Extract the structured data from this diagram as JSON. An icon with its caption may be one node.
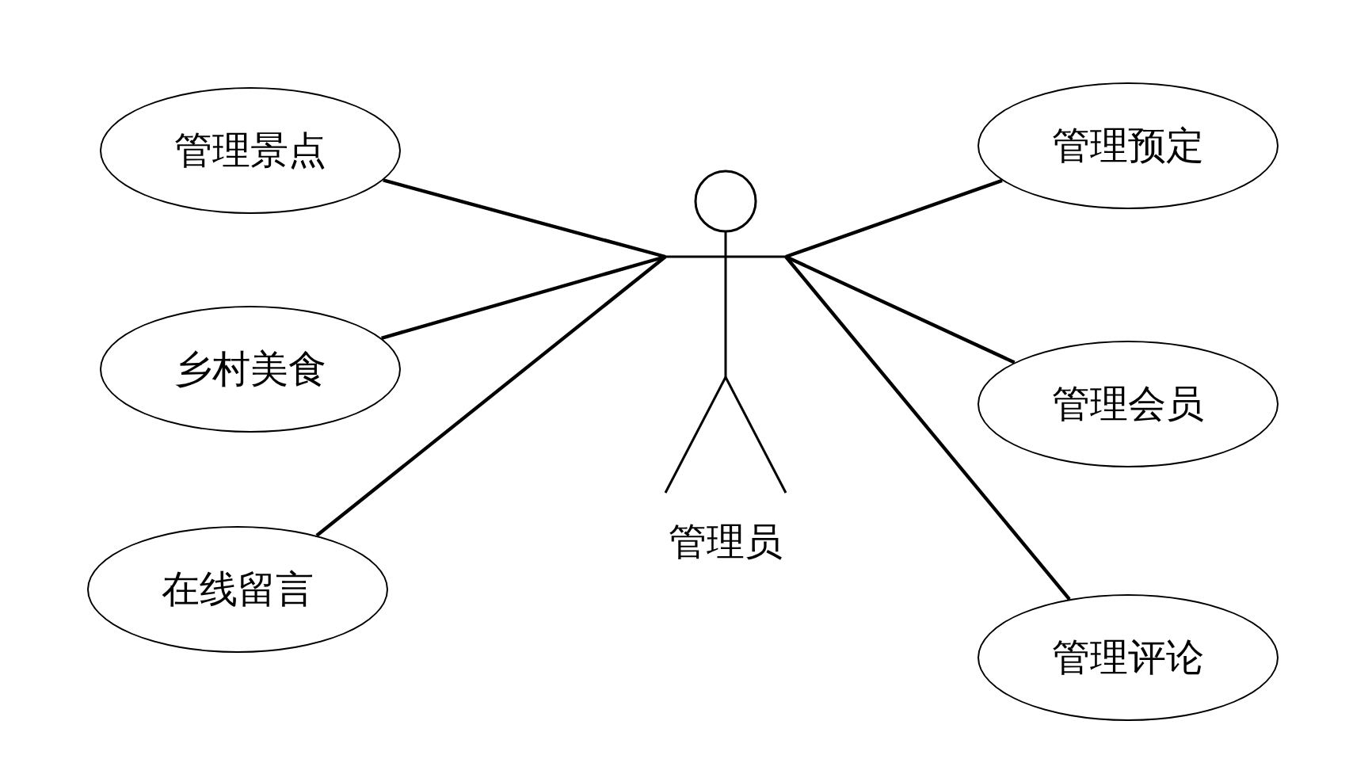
{
  "diagram": {
    "nodes": [
      {
        "text": [
          "管理景点"
        ]
      },
      {
        "text": [
          "乡村美食"
        ]
      },
      {
        "text": [
          "在线留言"
        ]
      },
      {
        "text": [
          "管理员"
        ]
      },
      {
        "text": [
          "管理预定"
        ]
      },
      {
        "text": [
          "管理会员"
        ]
      },
      {
        "text": [
          "管理评论"
        ]
      }
    ],
    "edges": [
      {
        "from": 3,
        "to": 0,
        "arrow": "none"
      },
      {
        "from": 3,
        "to": 1,
        "arrow": "none"
      },
      {
        "from": 3,
        "to": 2,
        "arrow": "none"
      },
      {
        "from": 3,
        "to": 4,
        "arrow": "none"
      },
      {
        "from": 3,
        "to": 5,
        "arrow": "none"
      },
      {
        "from": 3,
        "to": 6,
        "arrow": "none"
      }
    ]
  }
}
